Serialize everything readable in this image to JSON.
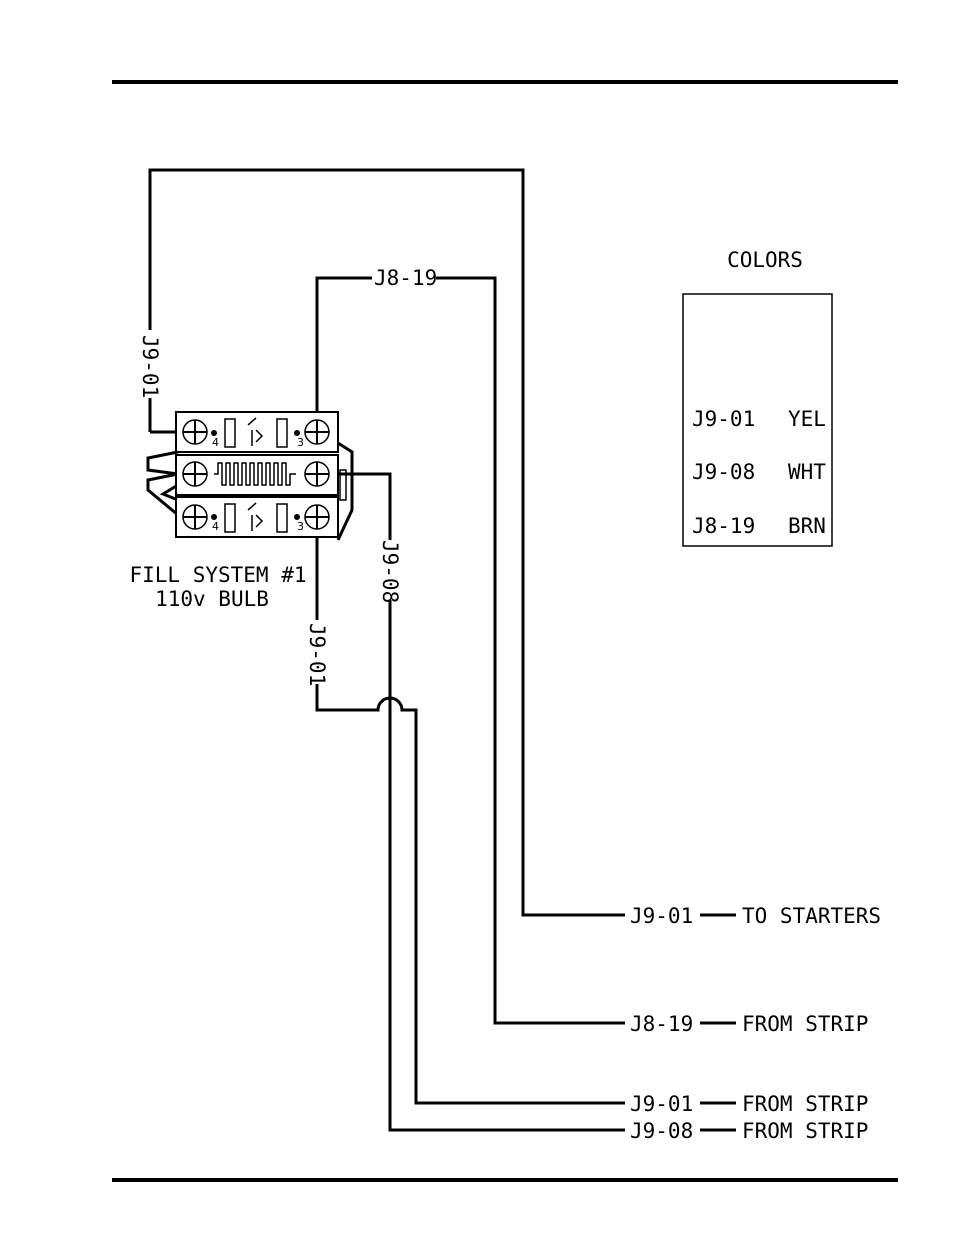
{
  "legend": {
    "title": "COLORS",
    "rows": [
      {
        "wire": "J9-01",
        "color": "YEL"
      },
      {
        "wire": "J9-08",
        "color": "WHT"
      },
      {
        "wire": "J8-19",
        "color": "BRN"
      }
    ]
  },
  "component": {
    "name": "FILL SYSTEM #1",
    "sublabel": "110v BULB",
    "terminal_top_left": "4",
    "terminal_top_right": "3",
    "terminal_bottom_left": "4",
    "terminal_bottom_right": "3",
    "switch_marking": "NO"
  },
  "wire_labels": {
    "top_left_vertical": "J9-01",
    "top_horizontal": "J8-19",
    "mid_vertical_white": "J9-08",
    "lower_vertical": "J9-01"
  },
  "connections": [
    {
      "wire": "J9-01",
      "separator": "—",
      "dest": "TO STARTERS"
    },
    {
      "wire": "J8-19",
      "separator": "—",
      "dest": "FROM STRIP"
    },
    {
      "wire": "J9-01",
      "separator": "—",
      "dest": "FROM STRIP"
    },
    {
      "wire": "J9-08",
      "separator": "—",
      "dest": "FROM STRIP"
    }
  ]
}
